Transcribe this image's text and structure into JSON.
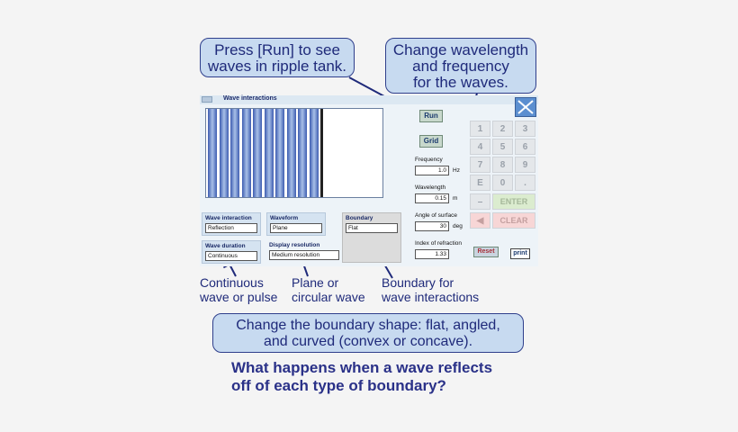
{
  "callouts": {
    "run": [
      "Press [Run] to see",
      "waves in ripple tank."
    ],
    "wavelength": [
      "Change wavelength",
      "and frequency",
      "for the waves."
    ],
    "boundary_shape": [
      "Change the boundary shape:  flat, angled,",
      "and curved (convex or concave)."
    ]
  },
  "notes": {
    "continuous": [
      "Continuous",
      "wave or pulse"
    ],
    "plane": [
      "Plane or",
      "circular wave"
    ],
    "boundary": [
      "Boundary for",
      "wave interactions"
    ]
  },
  "question": [
    "What happens when a wave reflects",
    "off of each type of boundary?"
  ],
  "app": {
    "title": "Wave interactions",
    "run_label": "Run",
    "grid_label": "Grid",
    "frequency": {
      "label": "Frequency",
      "value": "1.0",
      "unit": "Hz"
    },
    "wavelength": {
      "label": "Wavelength",
      "value": "0.15",
      "unit": "m"
    },
    "angle": {
      "label": "Angle of surface",
      "value": "30",
      "unit": "deg"
    },
    "index": {
      "label": "Index of refraction",
      "value": "1.33"
    },
    "wave_interaction": {
      "label": "Wave interaction",
      "value": "Reflection"
    },
    "waveform": {
      "label": "Waveform",
      "value": "Plane"
    },
    "boundary": {
      "label": "Boundary",
      "value": "Flat"
    },
    "wave_duration": {
      "label": "Wave duration",
      "value": "Continuous"
    },
    "display_resolution": {
      "label": "Display resolution",
      "value": "Medium resolution"
    },
    "reset_label": "Reset",
    "print_label": "print",
    "keypad": {
      "keys": [
        "1",
        "2",
        "3",
        "4",
        "5",
        "6",
        "7",
        "8",
        "9",
        "E",
        "0",
        "."
      ],
      "minus": "–",
      "enter": "ENTER",
      "back": "◀",
      "clear": "CLEAR"
    }
  },
  "colors": {
    "accent": "#1f2a7a",
    "bubble": "#c7daf0",
    "wave": "#3d5cb0"
  }
}
